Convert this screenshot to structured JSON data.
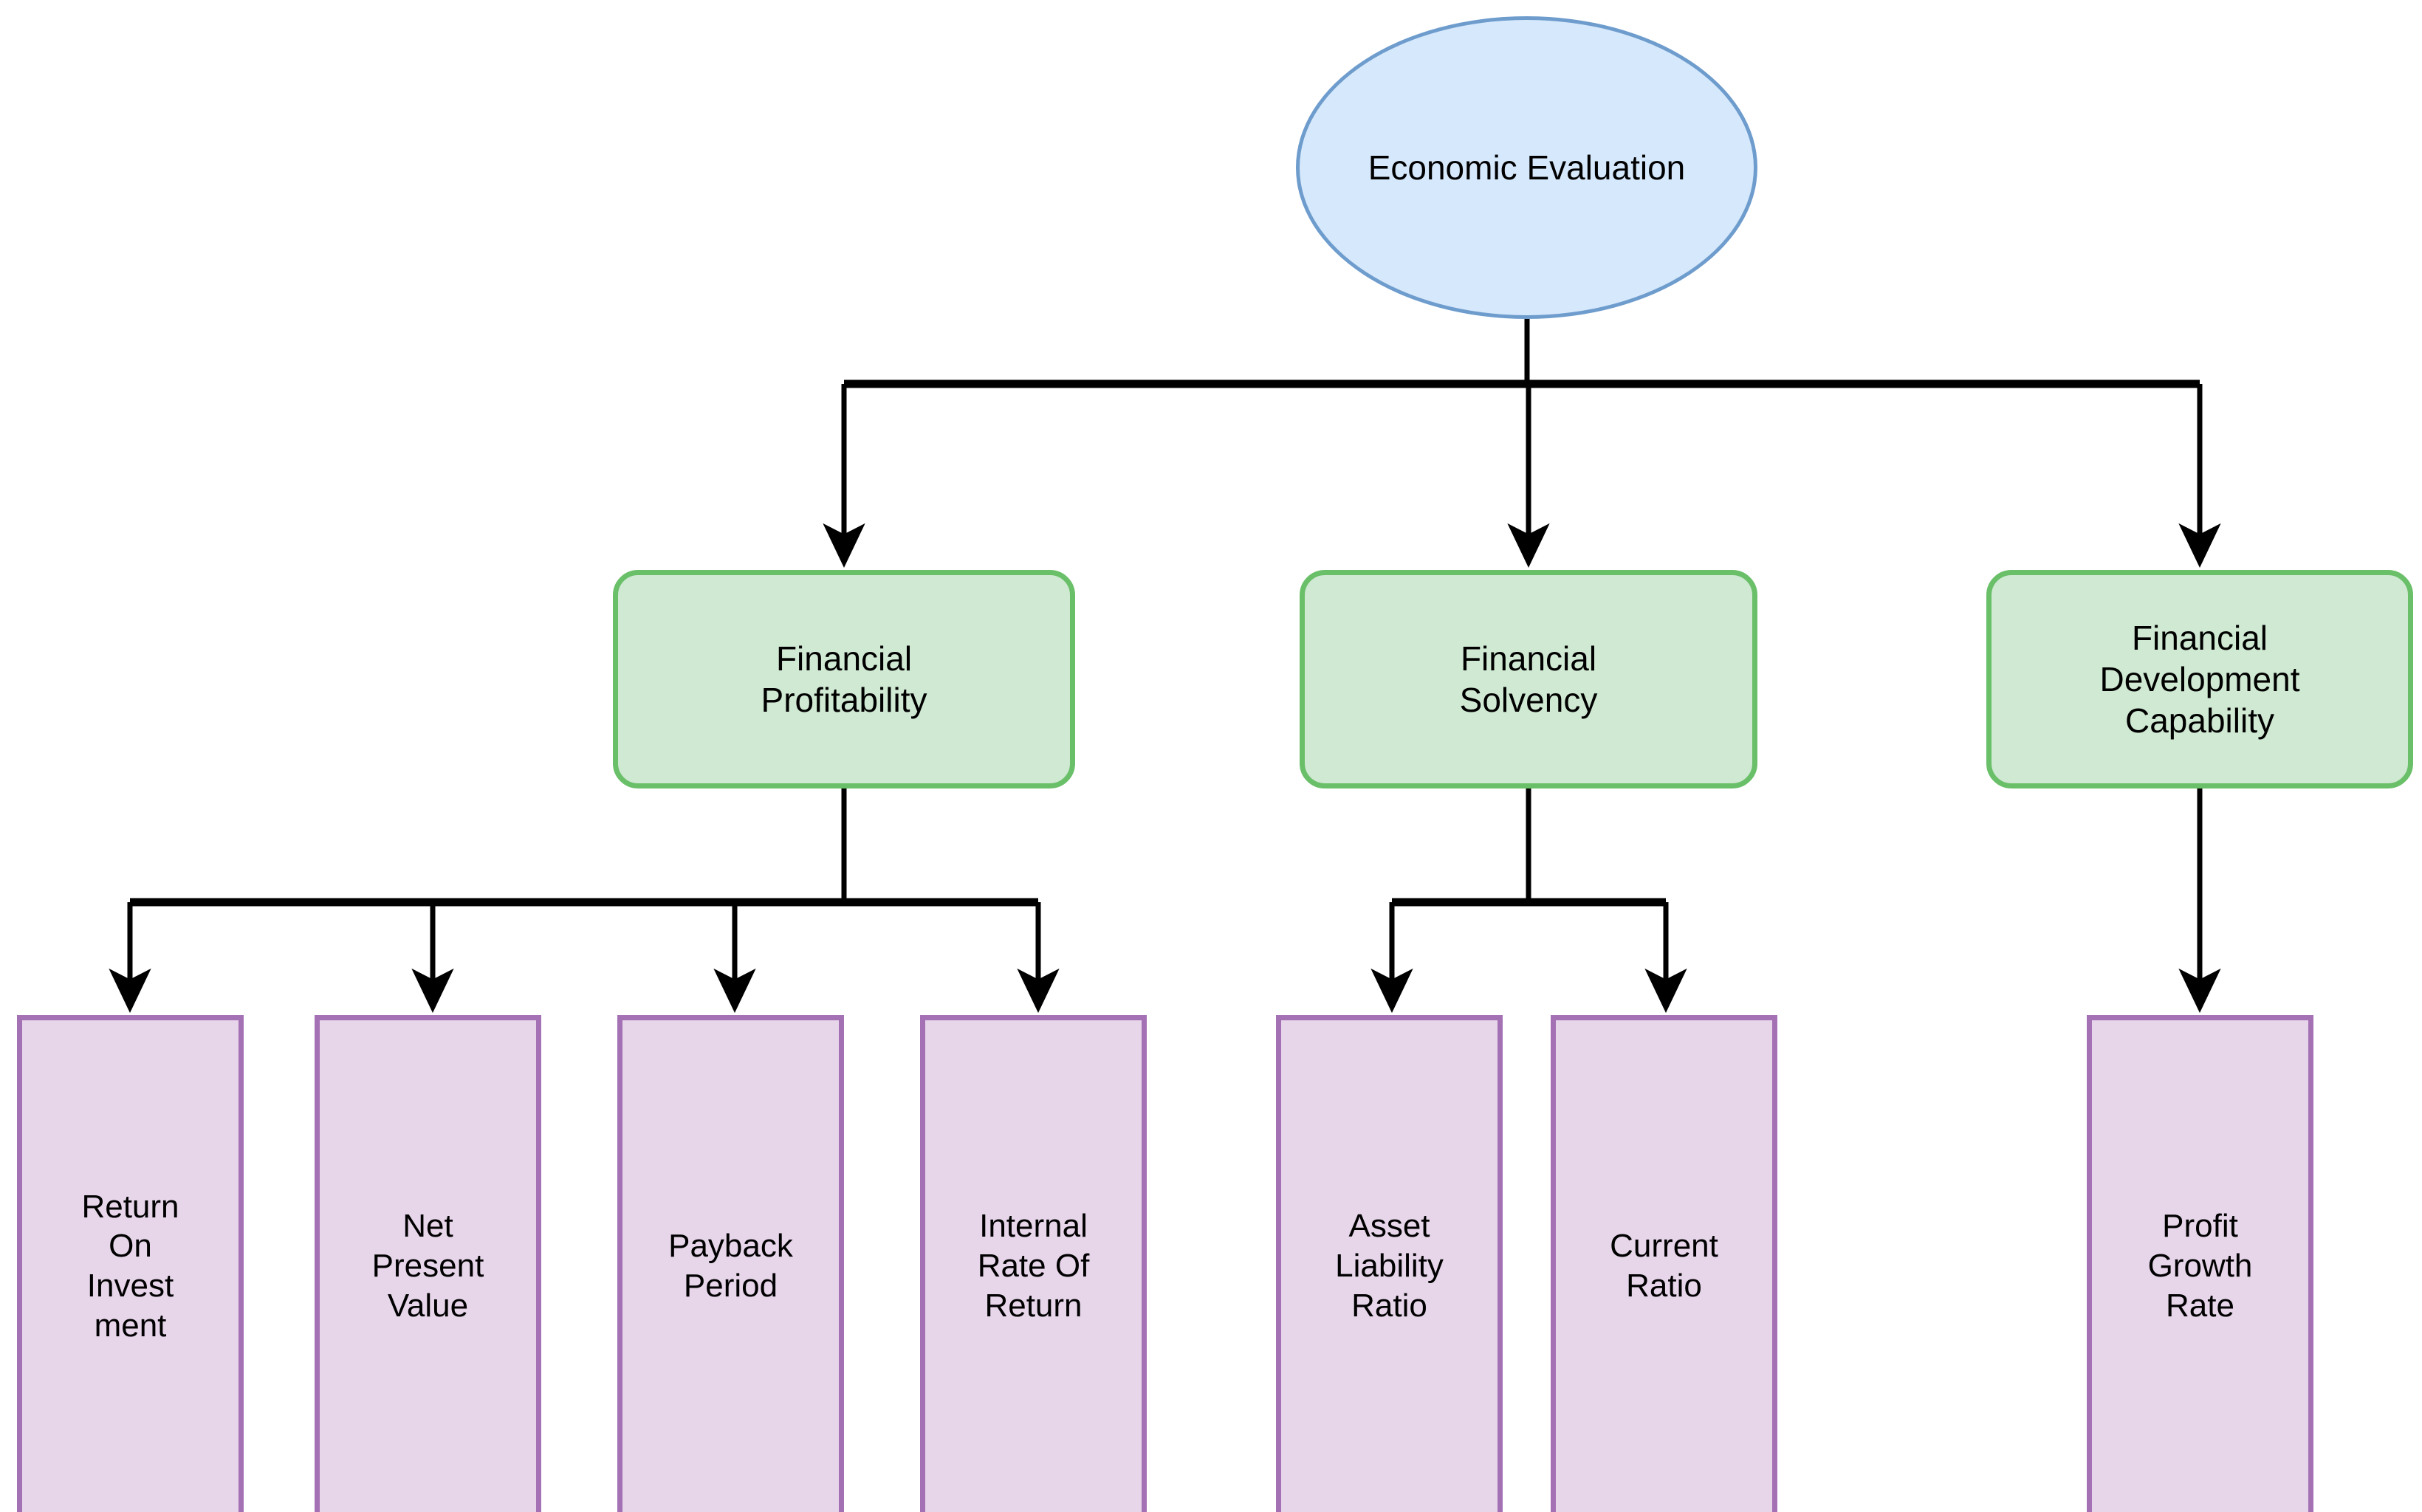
{
  "diagram": {
    "title": "Economic Evaluation Hierarchy",
    "background_color": "#ffffff",
    "edge_color": "#000000",
    "palette": {
      "root_fill": "#d6e8fb",
      "root_stroke": "#6d9ccd",
      "branch_fill": "#cfe9d2",
      "branch_stroke": "#6abf69",
      "leaf_fill": "#e7d5ea",
      "leaf_stroke": "#a571b5"
    }
  },
  "root": {
    "label": "Economic Evaluation"
  },
  "branches": [
    {
      "label": "Financial\nProfitability"
    },
    {
      "label": "Financial\nSolvency"
    },
    {
      "label": "Financial\nDevelopment\nCapability"
    }
  ],
  "leaves": [
    {
      "label": "Return\nOn\nInvest\nment"
    },
    {
      "label": "Net\nPresent\nValue"
    },
    {
      "label": "Payback\nPeriod"
    },
    {
      "label": "Internal\nRate Of\nReturn"
    },
    {
      "label": "Asset\nLiability\nRatio"
    },
    {
      "label": "Current\nRatio"
    },
    {
      "label": "Profit\nGrowth\nRate"
    }
  ]
}
